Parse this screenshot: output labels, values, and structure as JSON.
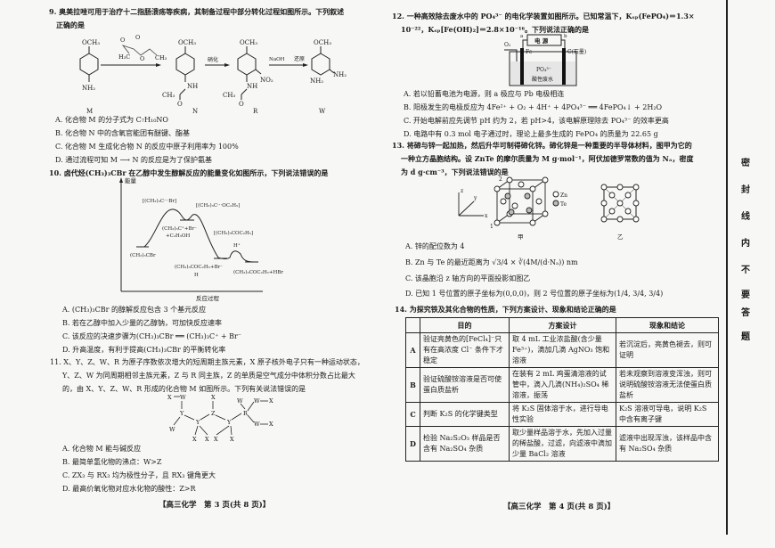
{
  "page3": {
    "q9": {
      "stem1": "9. 奥美拉唑可用于治疗十二指肠溃疡等疾病，其制备过程中部分转化过程如图所示。下列叙述",
      "stem2": "正确的是",
      "labels": [
        "M",
        "N",
        "R",
        "W"
      ],
      "reagent2": "硝化",
      "reagent3a": "NaOH",
      "reagent3b": "还原",
      "groups": {
        "och3": "OCH₃",
        "nh2": "NH₂",
        "nh": "NH",
        "ch3": "CH₃",
        "h3c": "H₃C",
        "no2": "NO₂",
        "o": "O",
        "c": "C"
      },
      "options": [
        "A. 化合物 M 的分子式为 C₇H₁₀NO",
        "B. 化合物 N 中的含氧官能团有醚键、酯基",
        "C. 化合物 M 生成化合物 N 的反应中原子利用率为 100%",
        "D. 通过流程可知 M ⟶ N 的反应是为了保护氨基"
      ]
    },
    "q10": {
      "stem": "10. 卤代烃(CH₃)₃CBr 在乙醇中发生醇解反应的能量变化如图所示，下列说法错误的是",
      "ylabel": "能量",
      "xlabel": "反应过程",
      "species": [
        "[(CH₃)₃C···Br]",
        "[(CH₃)₃C···OC₂H₅]",
        "(CH₃)₃C⁺+Br⁻",
        "+C₂H₅OH",
        "[(CH₃)₃COC₂H₅]",
        "H⁺",
        "(CH₃)₃CBr",
        "(CH₃)₃COC₂H₅+Br⁻",
        "H",
        "(CH₃)₃COC₂H₅+HBr"
      ],
      "options": [
        "A. (CH₃)₃CBr 的醇解反应包含 3 个基元反应",
        "B. 若在乙醇中加入少量的乙醇钠，可加快反应速率",
        "C. 该反应的决速步骤为(CH₃)₃CBr ══ (CH₃)₃C⁺ + Br⁻",
        "D. 升高温度，有利于提高(CH₃)₃CBr 的平衡转化率"
      ]
    },
    "q11": {
      "stem1": "11. X、Y、Z、W、R 为原子序数依次增大的短周期主族元素，X 原子核外电子只有一种运动状态，",
      "stem2": "Y、Z、W 为同周期相邻主族元素，Z 与 R 同主族，Z 的单质是空气成分中体积分数占比最大",
      "stem3": "的，由 X、Y、Z、W、R 形成的化合物 M 如图所示。下列有关说法错误的是",
      "atoms": {
        "x": "X",
        "y": "Y",
        "z": "Z",
        "w": "W",
        "r": "R"
      },
      "options": [
        "A. 化合物 M 能与碱反应",
        "B. 最简单氢化物的沸点：W>Z",
        "C. ZX₃ 与 RX₃ 均为极性分子，且 RX₃ 键角更大",
        "D. 最高价氧化物对应水化物的酸性：Z>R"
      ]
    },
    "footer": "【高三化学　第 3 页(共 8 页)】"
  },
  "page4": {
    "q12": {
      "stem1": "12. 一种高效除去废水中的 PO₄³⁻ 的电化学装置如图所示。已知常温下，Kₛₚ(FePO₄)＝1.3×",
      "stem2": "10⁻²²，Kₛₚ[Fe(OH)₂]＝2.8×10⁻¹⁶。下列说法正确的是",
      "apparatus": {
        "power": "电 源",
        "a": "a",
        "b": "b",
        "o2": "O₂",
        "fe": "Fe",
        "c": "C(石墨)",
        "ion": "PO₄³⁻",
        "solution": "酸性废水"
      },
      "options": [
        "A. 若以铅蓄电池为电源，则 a 极应与 Pb 电极相连",
        "B. 阳极发生的电极反应为 4Fe²⁺ + O₂ + 4H⁺ + 4PO₄³⁻ ══ 4FePO₄↓ + 2H₂O",
        "C. 开始电解前应先调节 pH 约为 2，若 pH>4，该电解原理除去 PO₄³⁻ 的效率更高",
        "D. 电路中有 0.3 mol 电子通过时，理论上最多生成的 FePO₄ 的质量为 22.65 g"
      ]
    },
    "q13": {
      "stem1": "13. 将碲与锌一起加热，然后升华可制得碲化锌。碲化锌是一种重要的半导体材料，图甲为它的",
      "stem2": "一种立方晶胞结构。设 ZnTe 的摩尔质量为 M g·mol⁻¹，阿伏加德罗常数的值为 Nₐ，密度",
      "stem3": "为 d g·cm⁻³，下列说法错误的是",
      "axes": {
        "x": "x",
        "y": "y",
        "z": "z"
      },
      "pos1": "1",
      "pos2": "2",
      "legend": [
        "Zn",
        "Te"
      ],
      "fig1": "甲",
      "fig2": "乙",
      "options": [
        "A. 锌的配位数为 4",
        "B. Zn 与 Te 的最近距离为 √3/4 × ∛(4M/(d·Nₐ)) nm",
        "C. 该晶胞沿 z 轴方向的平面投影如图乙",
        "D. 已知 1 号位置的原子坐标为(0,0,0)，则 2 号位置的原子坐标为(1/4, 3/4, 3/4)"
      ]
    },
    "q14": {
      "stem": "14. 为探究铁及其化合物的性质，下列方案设计、现象和结论正确的是",
      "headers": [
        "",
        "目的",
        "方案设计",
        "现象和结论"
      ],
      "rows": [
        {
          "label": "A",
          "purpose": "验证亮黄色的[FeCl₄]⁻只有在高浓度 Cl⁻ 条件下才稳定",
          "design": "取 4 mL 工业浓盐酸(含少量 Fe³⁺)，滴加几滴 AgNO₃ 饱和溶液",
          "result": "若沉淀后，亮黄色褪去，则可证明"
        },
        {
          "label": "B",
          "purpose": "验证硫酸铵溶液是否可使蛋白质盐析",
          "design": "在装有 2 mL 鸡蛋清溶液的试管中，滴入几滴(NH₄)₂SO₄ 稀溶液，振荡",
          "result": "若未观察到溶液变浑浊，则可说明硫酸铵溶液无法使蛋白质盐析"
        },
        {
          "label": "C",
          "purpose": "判断 K₂S 的化学键类型",
          "design": "将 K₂S 固体溶于水，进行导电性实验",
          "result": "K₂S 溶液可导电，说明 K₂S 中含有离子键"
        },
        {
          "label": "D",
          "purpose": "检验 Na₂S₂O₃ 样品是否含有 Na₂SO₄ 杂质",
          "design": "取少量样品溶于水，先加入过量的稀盐酸，过滤，向滤液中滴加少量 BaCl₂ 溶液",
          "result": "滤液中出现浑浊，该样品中含有 Na₂SO₄ 杂质"
        }
      ]
    },
    "footer": "【高三化学　第 4 页(共 8 页)】"
  },
  "margin": {
    "chars": [
      "密",
      "封",
      "线",
      "内",
      "不",
      "要",
      "答",
      "题"
    ]
  }
}
